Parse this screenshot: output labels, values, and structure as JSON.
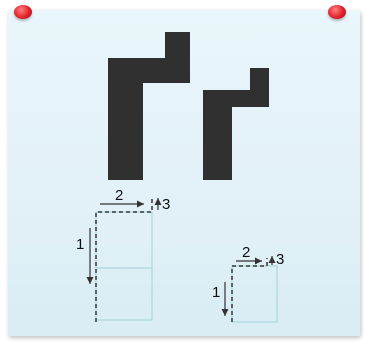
{
  "colors": {
    "shape": "#303030",
    "card": "#e6f4f9",
    "grid": "#9fd3d8",
    "pin": "#e0212b"
  },
  "large_diagram": {
    "width_label": "2",
    "shift_label": "3",
    "height_label": "1"
  },
  "small_diagram": {
    "width_label": "2",
    "shift_label": "3",
    "height_label": "1"
  }
}
